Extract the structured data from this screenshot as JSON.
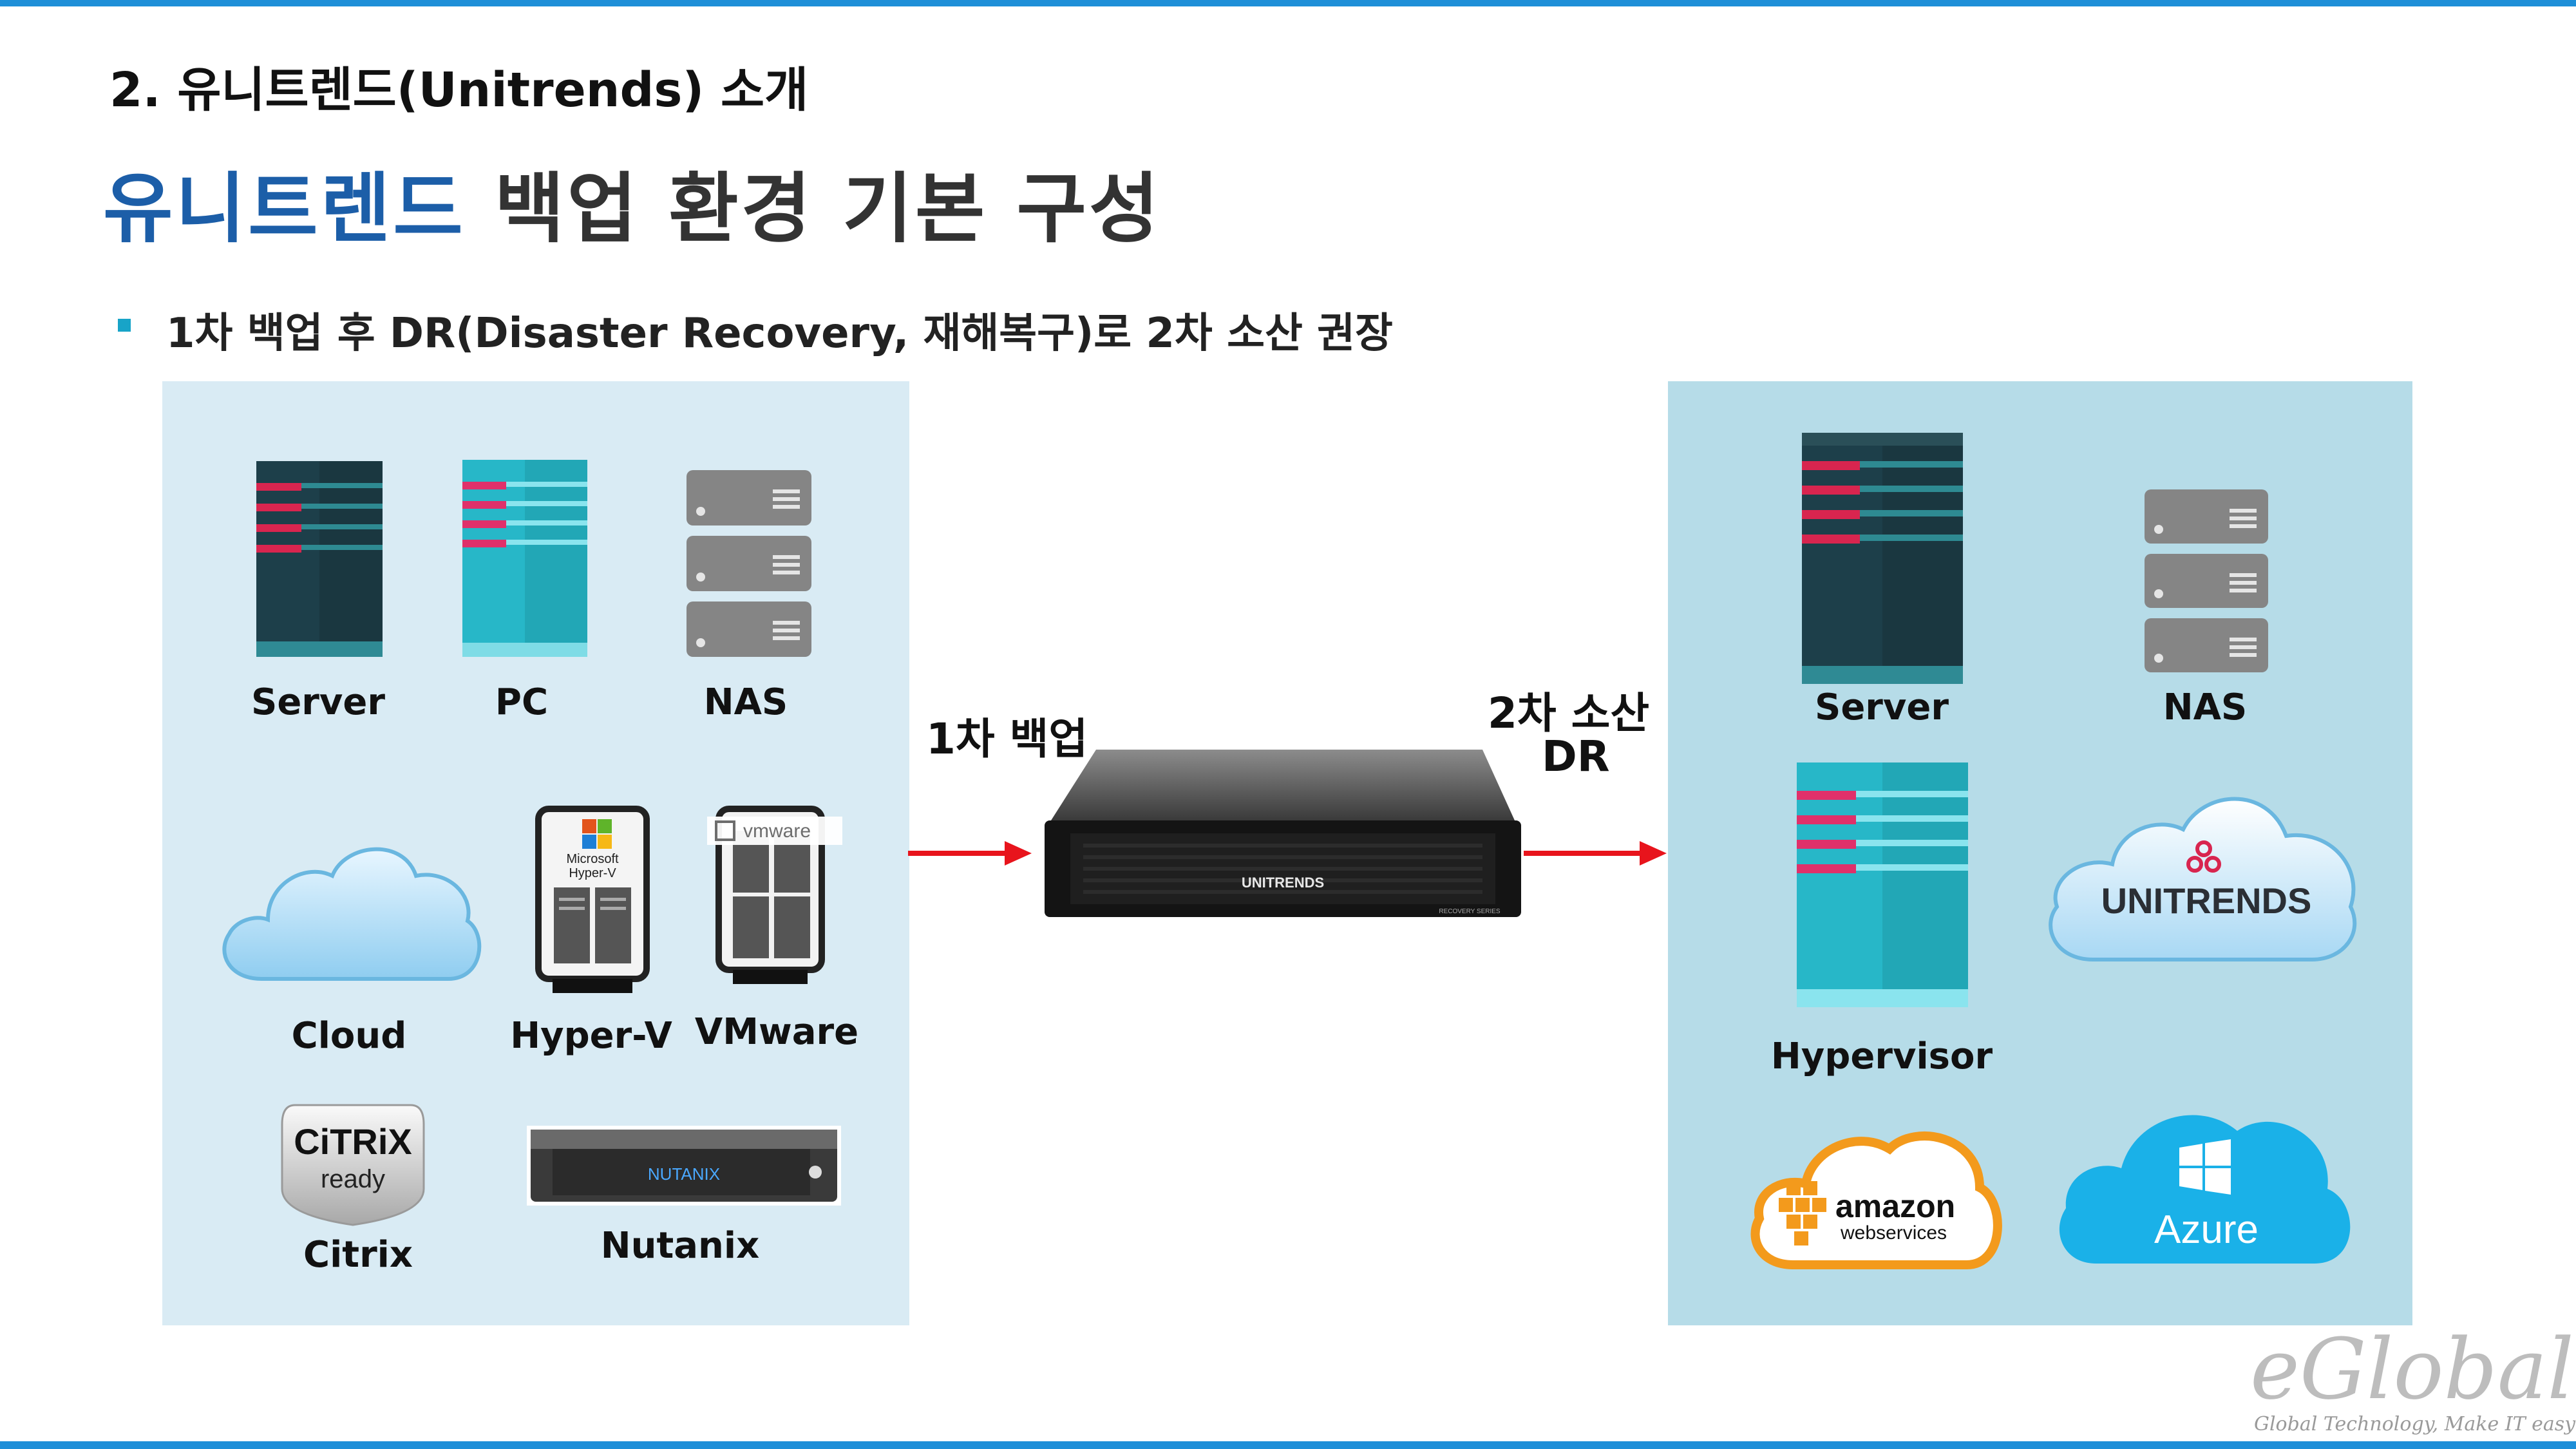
{
  "header": {
    "subtitle": "2. 유니트렌드(Unitrends) 소개",
    "title_accent": "유니트렌드",
    "title_rest": " 백업 환경 기본 구성"
  },
  "bullet": "1차 백업 후 DR(Disaster Recovery, 재해복구)로 2차 소산 권장",
  "source": {
    "labels": {
      "server": "Server",
      "pc": "PC",
      "nas": "NAS",
      "cloud": "Cloud",
      "hyperv": "Hyper-V",
      "vmware": "VMware",
      "citrix": "Citrix",
      "nutanix": "Nutanix"
    },
    "logos": {
      "hyperv_top": "Microsoft",
      "hyperv_bottom": "Hyper-V",
      "vmware": "vmware",
      "citrix": "CiTRiX",
      "citrix_sub": "ready",
      "nutanix": "NUTANIX"
    }
  },
  "flow": {
    "primary_backup": "1차 백업",
    "secondary_line1": "2차 소산",
    "secondary_line2": "DR",
    "appliance_brand": "UNITRENDS",
    "appliance_model": "RECOVERY SERIES"
  },
  "target": {
    "labels": {
      "server": "Server",
      "nas": "NAS",
      "hypervisor": "Hypervisor"
    },
    "logos": {
      "unitrends": "UNITRENDS",
      "amazon": "amazon",
      "webservices": "webservices",
      "azure": "Azure"
    }
  },
  "watermark": {
    "logo": "eGlobal",
    "tagline": "Global Technology, Make IT easy"
  },
  "colors": {
    "accent_blue": "#1c5ea8",
    "bar_blue": "#1e8fd8",
    "bullet_teal": "#18a4c8",
    "arrow_red": "#e8141c",
    "panel_left": "#d9ebf4",
    "panel_right": "#b6dce8"
  }
}
